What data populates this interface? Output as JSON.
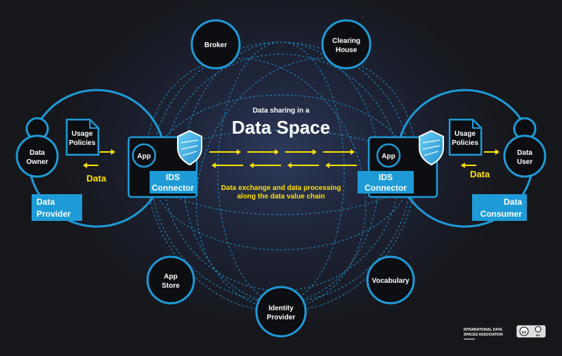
{
  "header": {
    "subtitle": "Data sharing in a",
    "title": "Data Space"
  },
  "center_caption": {
    "line1": "Data exchange and data processing",
    "line2": "along the data value chain"
  },
  "services": {
    "broker": "Broker",
    "clearing_house": [
      "Clearing",
      "House"
    ],
    "app_store": [
      "App",
      "Store"
    ],
    "vocabulary": "Vocabulary",
    "identity_provider": [
      "Identity",
      "Provider"
    ]
  },
  "provider": {
    "owner": [
      "Data",
      "Owner"
    ],
    "usage_policies": [
      "Usage",
      "Policies"
    ],
    "data_label": "Data",
    "role": [
      "Data",
      "Provider"
    ],
    "app": "App",
    "connector": [
      "IDS",
      "Connector"
    ]
  },
  "consumer": {
    "user": [
      "Data",
      "User"
    ],
    "usage_policies": [
      "Usage",
      "Policies"
    ],
    "data_label": "Data",
    "role": [
      "Data",
      "Consumer"
    ],
    "app": "App",
    "connector": [
      "IDS",
      "Connector"
    ]
  },
  "footer": {
    "logo_text": [
      "INTERNATIONAL DATA",
      "SPACES ASSOCIATION"
    ],
    "license_cc": "cc",
    "license_by": "BY"
  },
  "colors": {
    "accent_blue": "#1e9bd7",
    "yellow": "#ffe100",
    "background": "#16171b"
  }
}
